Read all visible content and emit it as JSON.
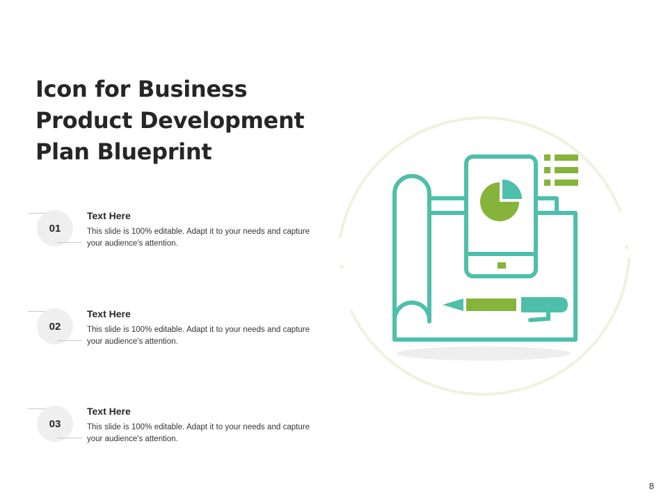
{
  "title_lines": [
    "Icon for Business",
    "Product Development",
    "Plan Blueprint"
  ],
  "items": [
    {
      "number": "01",
      "heading": "Text Here",
      "body": "This slide is 100% editable. Adapt it to your needs and capture your audience's attention."
    },
    {
      "number": "02",
      "heading": "Text Here",
      "body": "This slide is 100% editable. Adapt it to your needs and capture your audience's attention."
    },
    {
      "number": "03",
      "heading": "Text Here",
      "body": "This slide is 100% editable. Adapt it to your needs and capture your audience's attention."
    }
  ],
  "page_number": "8",
  "colors": {
    "teal": "#4dbfaa",
    "green": "#86b43a",
    "ring": "#edf3dd",
    "shadow": "#eeeeee"
  },
  "icons": [
    "blueprint-icon",
    "smartphone-icon",
    "pie-chart-icon",
    "list-icon",
    "pen-icon"
  ]
}
